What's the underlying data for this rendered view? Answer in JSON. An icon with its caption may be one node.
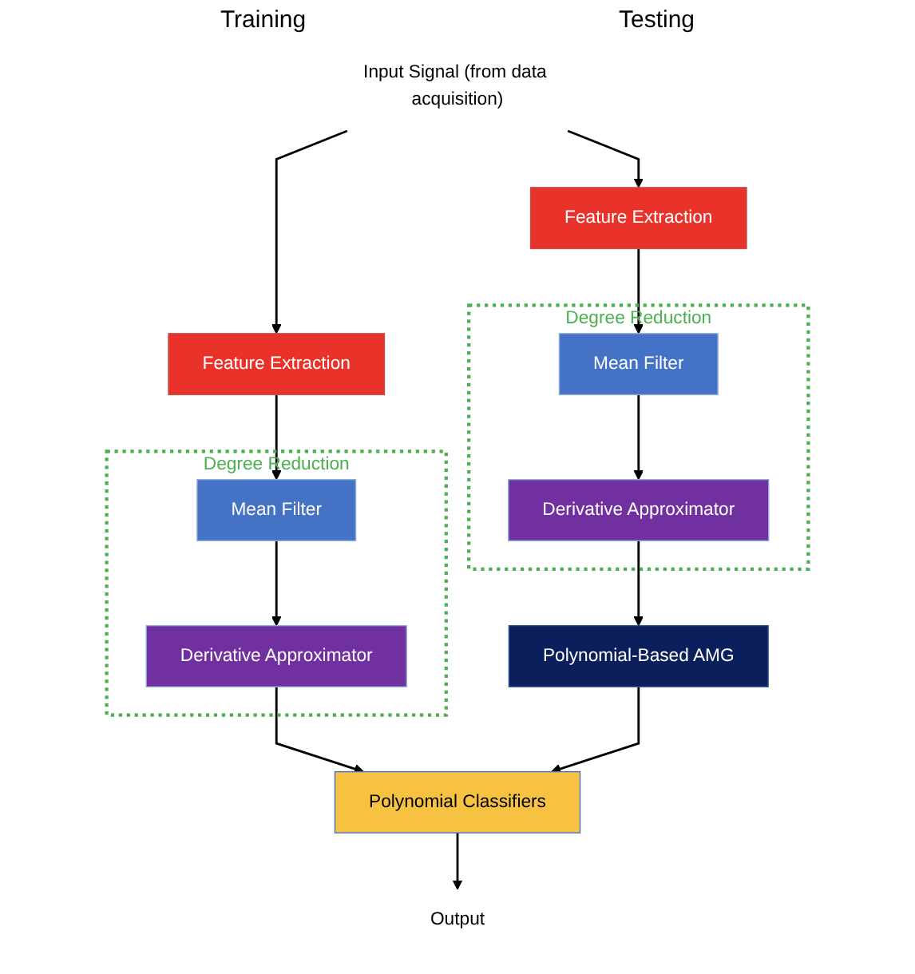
{
  "diagram": {
    "nodes": [
      {
        "text": [
          "Input Signal (from data acquisition)"
        ]
      },
      {
        "text": [
          "Feature Extraction"
        ]
      },
      {
        "text": [
          "Degree Reduction"
        ]
      },
      {
        "text": [
          "Mean Filter"
        ],
        "in": 2
      },
      {
        "text": [
          "Derivative Approximator"
        ],
        "in": 2
      },
      {
        "text": [
          "Polynomial-Based AMG"
        ]
      },
      {
        "text": [
          "Feature Extraction"
        ]
      },
      {
        "text": [
          "Degree Reduction"
        ]
      },
      {
        "text": [
          "Mean Filter"
        ],
        "in": 7
      },
      {
        "text": [
          "Derivative Approximator"
        ],
        "in": 7
      },
      {
        "text": [
          "Polynomial Classifiers"
        ]
      },
      {
        "text": [
          "Output"
        ]
      }
    ],
    "edges": [
      {
        "from": 0,
        "to": 1,
        "arrow": "to"
      },
      {
        "from": 0,
        "to": 6,
        "arrow": "to"
      },
      {
        "from": 1,
        "to": 3,
        "arrow": "to"
      },
      {
        "from": 3,
        "to": 4,
        "arrow": "to"
      },
      {
        "from": 4,
        "to": 5,
        "arrow": "to"
      },
      {
        "from": 6,
        "to": 8,
        "arrow": "to"
      },
      {
        "from": 8,
        "to": 9,
        "arrow": "to"
      },
      {
        "from": 9,
        "to": 10,
        "arrow": "to"
      },
      {
        "from": 5,
        "to": 10,
        "arrow": "to"
      },
      {
        "from": 10,
        "to": 11,
        "arrow": "to"
      }
    ],
    "labels": [
      "Training",
      "Testing"
    ]
  }
}
